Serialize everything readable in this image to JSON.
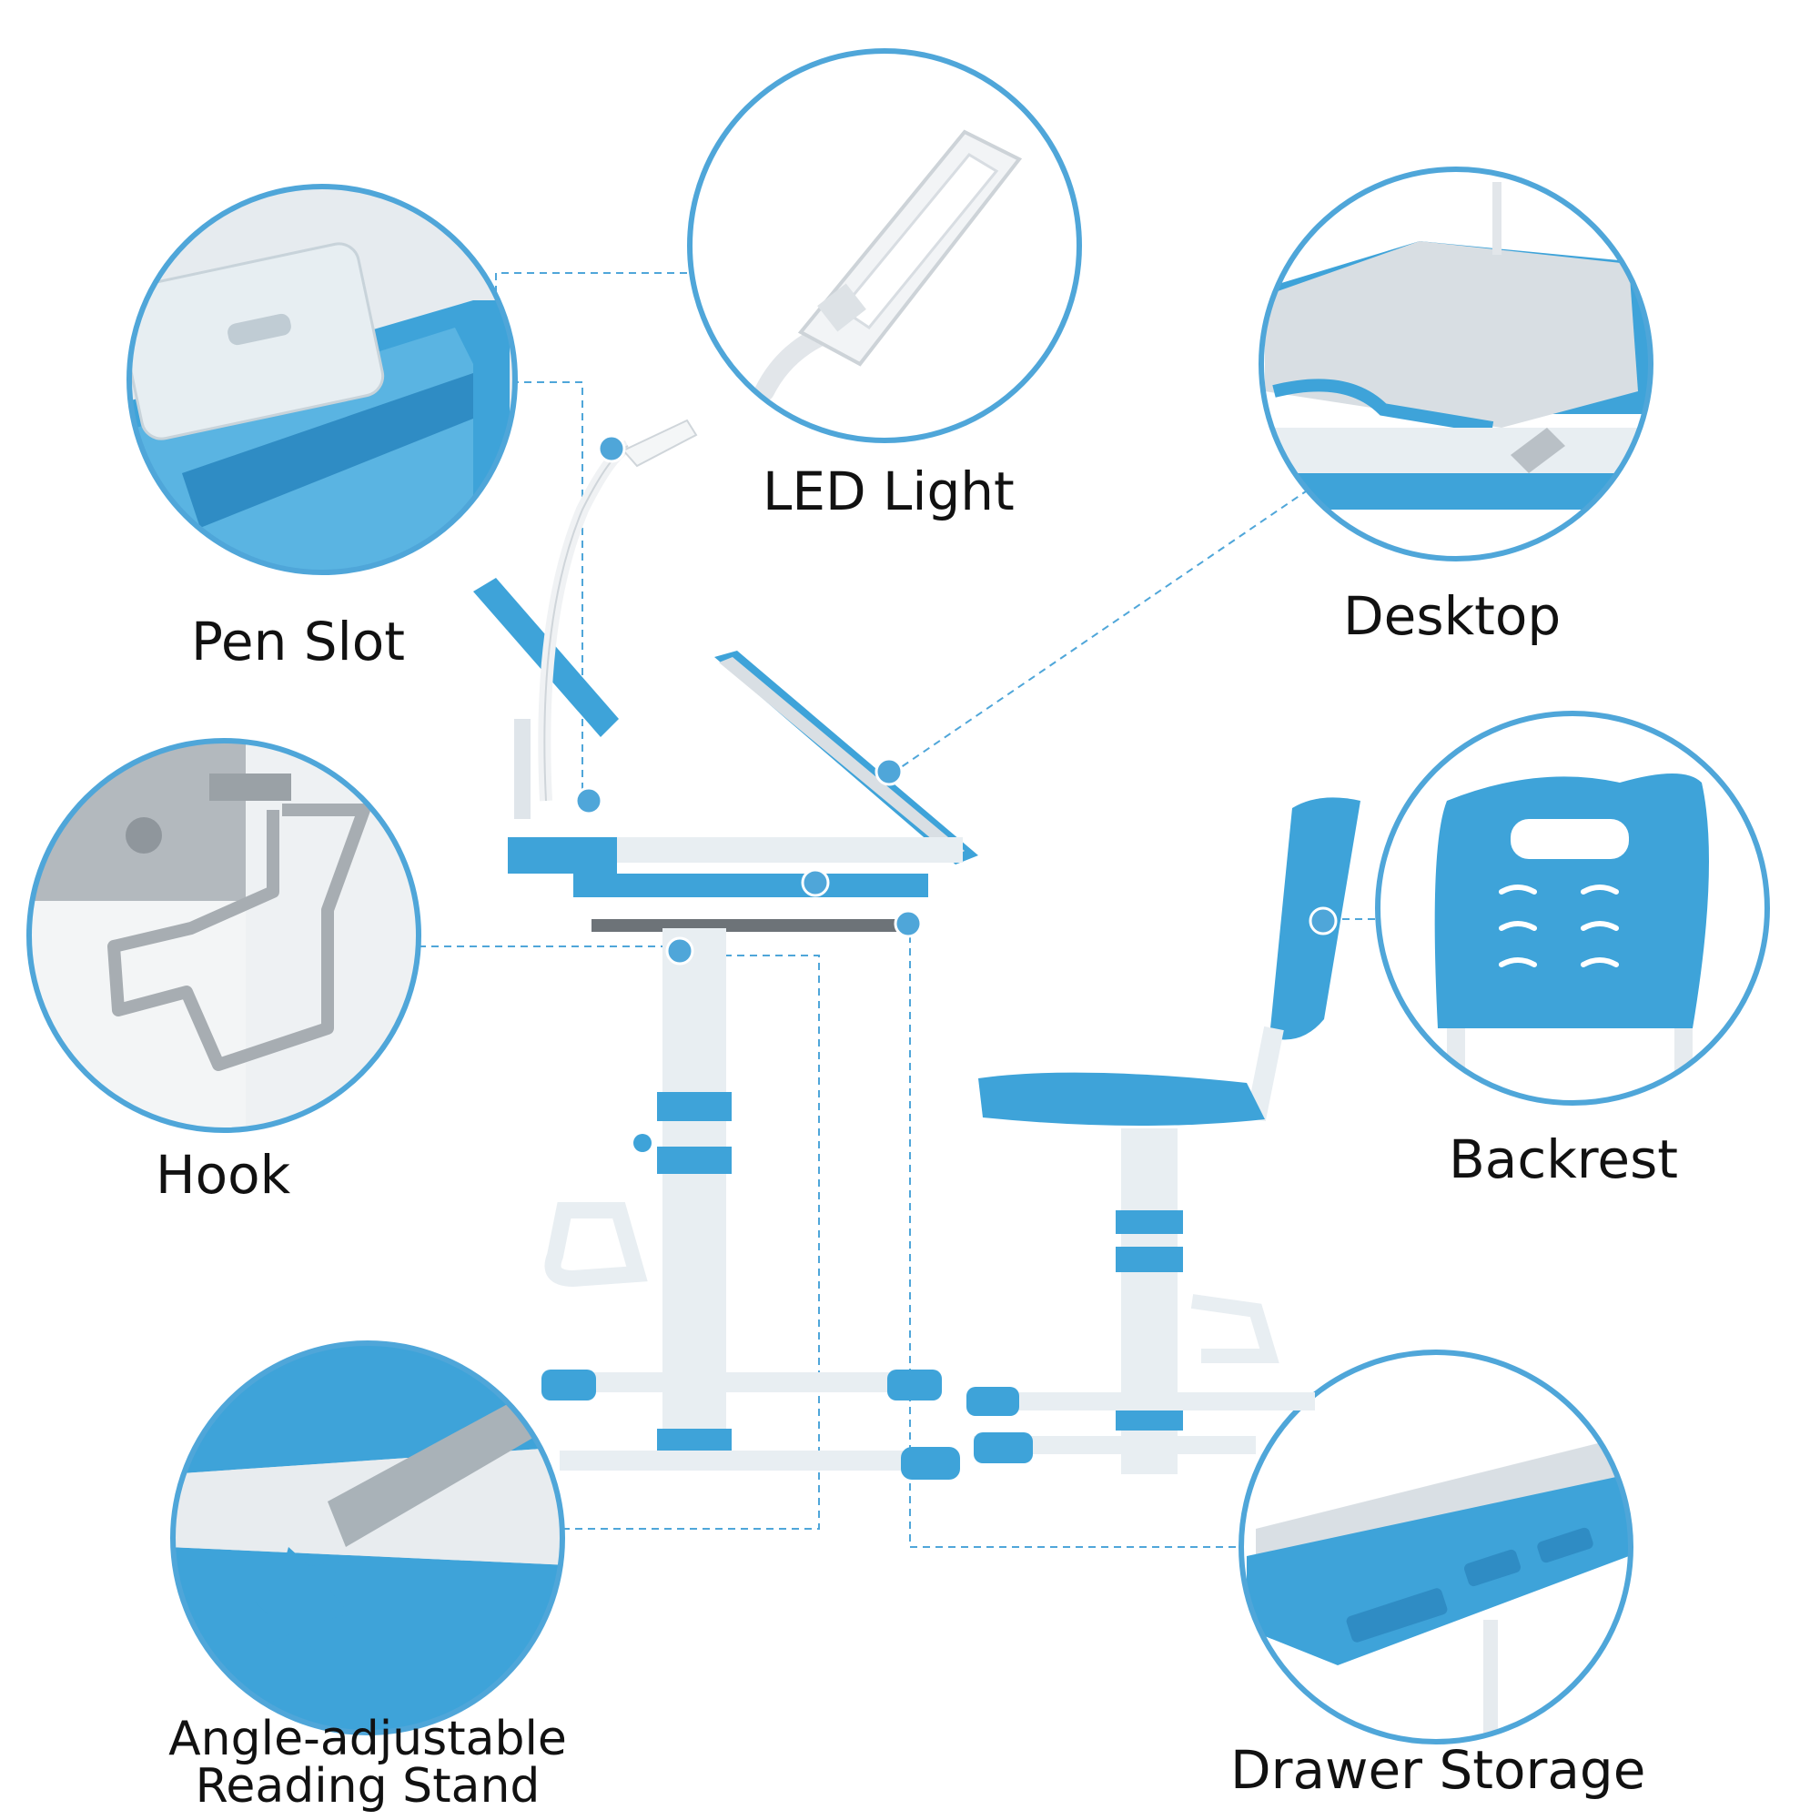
{
  "callouts": {
    "led_light": "LED Light",
    "pen_slot": "Pen Slot",
    "desktop": "Desktop",
    "hook": "Hook",
    "backrest": "Backrest",
    "reading_stand": "Angle-adjustable Reading Stand",
    "drawer_storage": "Drawer Storage"
  },
  "colors": {
    "accent_blue": "#4fa6d9",
    "product_blue": "#3aa2d8",
    "frame_white": "#e9eef2",
    "desktop_grey": "#d5dde3",
    "text": "#111111"
  }
}
